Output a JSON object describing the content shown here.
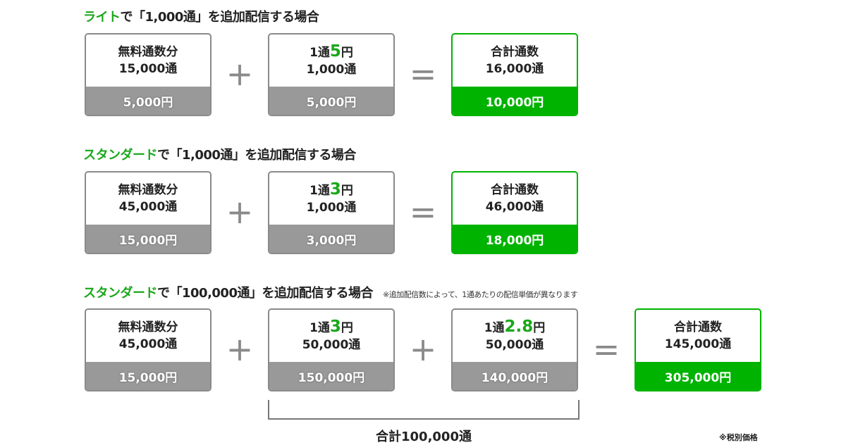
{
  "colors": {
    "accent": "#00b300",
    "gray": "#999999"
  },
  "rows": [
    {
      "title_plan": "ライト",
      "title_rest": "で「1,000通」を追加配信する場合",
      "boxes": [
        {
          "line1": "無料通数分",
          "line2": "15,000通",
          "price": "5,000円"
        },
        {
          "l1a": "1通",
          "l1b": "5",
          "l1c": "円",
          "line2": "1,000通",
          "price": "5,000円"
        },
        {
          "line1": "合計通数",
          "line2": "16,000通",
          "price": "10,000円"
        }
      ],
      "op1": "+",
      "op2": "="
    },
    {
      "title_plan": "スタンダード",
      "title_rest": "で「1,000通」を追加配信する場合",
      "boxes": [
        {
          "line1": "無料通数分",
          "line2": "45,000通",
          "price": "15,000円"
        },
        {
          "l1a": "1通",
          "l1b": "3",
          "l1c": "円",
          "line2": "1,000通",
          "price": "3,000円"
        },
        {
          "line1": "合計通数",
          "line2": "46,000通",
          "price": "18,000円"
        }
      ],
      "op1": "+",
      "op2": "="
    },
    {
      "title_plan": "スタンダード",
      "title_rest": "で「100,000通」を追加配信する場合",
      "note": "※追加配信数によって、1通あたりの配信単価が異なります",
      "boxes": [
        {
          "line1": "無料通数分",
          "line2": "45,000通",
          "price": "15,000円"
        },
        {
          "l1a": "1通",
          "l1b": "3",
          "l1c": "円",
          "line2": "50,000通",
          "price": "150,000円"
        },
        {
          "l1a": "1通",
          "l1b": "2.8",
          "l1c": "円",
          "line2": "50,000通",
          "price": "140,000円"
        },
        {
          "line1": "合計通数",
          "line2": "145,000通",
          "price": "305,000円"
        }
      ],
      "op1": "+",
      "op2": "+",
      "op3": "=",
      "bracket_label": "合計100,000通"
    }
  ],
  "footnote": "※税別価格"
}
